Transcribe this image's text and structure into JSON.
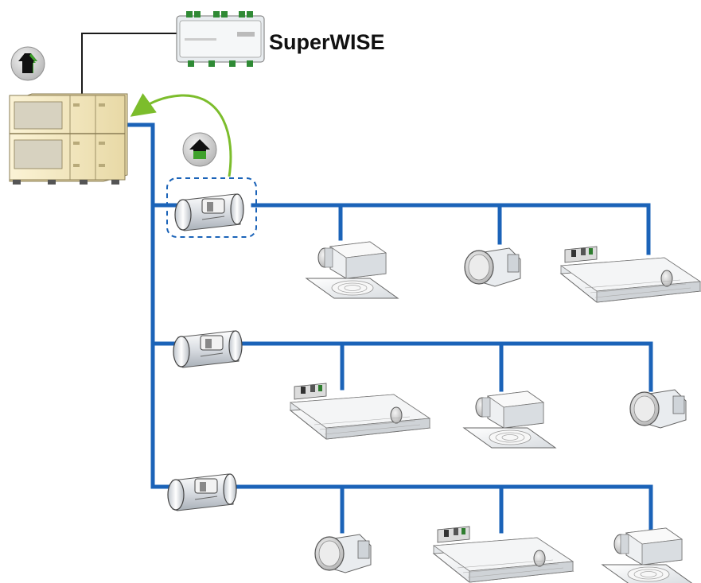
{
  "diagram": {
    "title": "SuperWISE"
  },
  "colors": {
    "duct_blue": "#1b63b8",
    "control_green": "#7cbd2c",
    "ahu_cream": "#f3e8c4",
    "icon_green": "#3fa12c",
    "cable_black": "#1a1a1a"
  },
  "components": {
    "controller": "superwise-controller-unit",
    "air_handling_unit": "air-handling-unit",
    "damper_count": 3,
    "branch_count": 3,
    "terminal_units_per_branch": 3
  }
}
